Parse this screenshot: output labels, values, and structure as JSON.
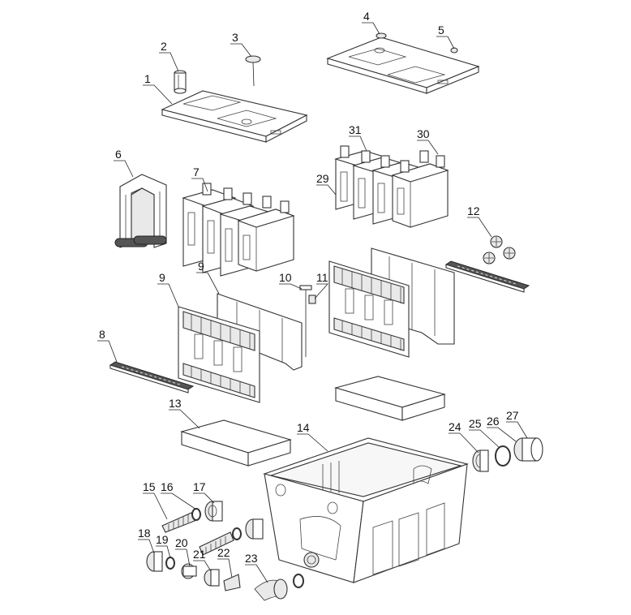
{
  "callouts": [
    {
      "id": "1",
      "label": "1"
    },
    {
      "id": "2",
      "label": "2"
    },
    {
      "id": "3",
      "label": "3"
    },
    {
      "id": "4",
      "label": "4"
    },
    {
      "id": "5",
      "label": "5"
    },
    {
      "id": "6",
      "label": "6"
    },
    {
      "id": "7",
      "label": "7"
    },
    {
      "id": "8",
      "label": "8"
    },
    {
      "id": "9a",
      "label": "9"
    },
    {
      "id": "9b",
      "label": "9"
    },
    {
      "id": "10",
      "label": "10"
    },
    {
      "id": "11",
      "label": "11"
    },
    {
      "id": "12",
      "label": "12"
    },
    {
      "id": "13",
      "label": "13"
    },
    {
      "id": "14",
      "label": "14"
    },
    {
      "id": "15",
      "label": "15"
    },
    {
      "id": "16",
      "label": "16"
    },
    {
      "id": "17",
      "label": "17"
    },
    {
      "id": "18",
      "label": "18"
    },
    {
      "id": "19",
      "label": "19"
    },
    {
      "id": "20",
      "label": "20"
    },
    {
      "id": "21",
      "label": "21"
    },
    {
      "id": "22",
      "label": "22"
    },
    {
      "id": "23",
      "label": "23"
    },
    {
      "id": "24",
      "label": "24"
    },
    {
      "id": "25",
      "label": "25"
    },
    {
      "id": "26",
      "label": "26"
    },
    {
      "id": "27",
      "label": "27"
    },
    {
      "id": "29",
      "label": "29"
    },
    {
      "id": "30",
      "label": "30"
    },
    {
      "id": "31",
      "label": "31"
    }
  ]
}
